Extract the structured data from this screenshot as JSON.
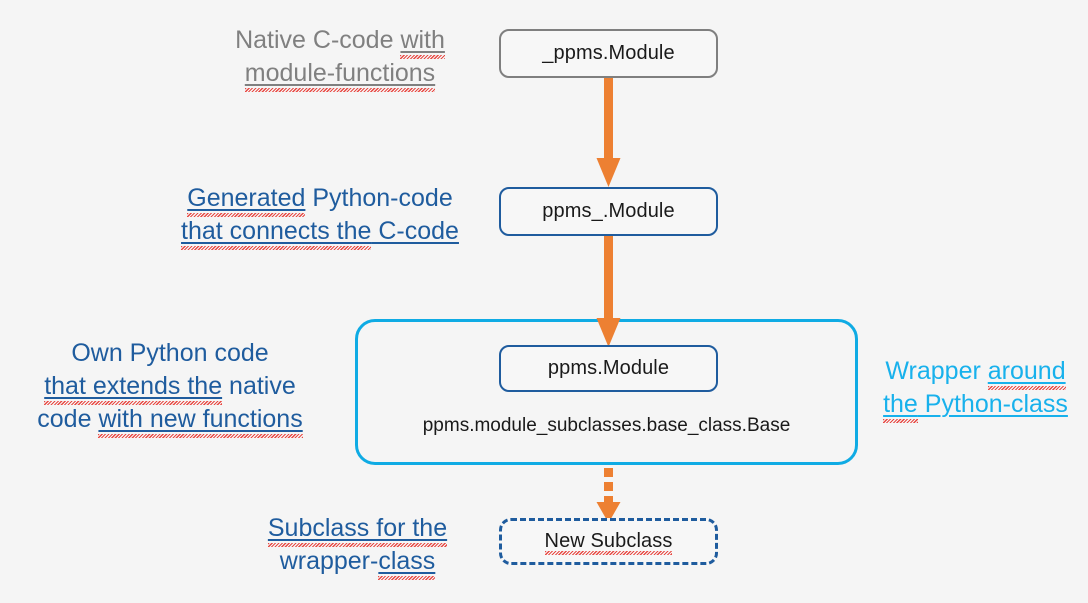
{
  "diagram": {
    "title": "PPMS module wrapper architecture",
    "background_color": "#f5f5f5",
    "colors": {
      "orange_arrow": "#ed8032",
      "cyan_wrapper": "#0fabe4",
      "dark_blue": "#1f5c9e",
      "gray": "#7f7f7f",
      "squiggle_red": "#e8403a"
    }
  },
  "nodes": {
    "native": {
      "label": "_ppms.Module",
      "border_color": "#7f7f7f",
      "style": "solid"
    },
    "generated": {
      "label": "ppms_.Module",
      "border_color": "#1f5c9e",
      "style": "solid"
    },
    "own": {
      "label": "ppms.Module",
      "border_color": "#1f5c9e",
      "style": "solid"
    },
    "base_class": {
      "label": "ppms.module_subclasses.base_class.Base"
    },
    "subclass": {
      "label": "New Subclass",
      "border_color": "#1f5c9e",
      "style": "dashed"
    }
  },
  "labels": {
    "native": {
      "line1_a": "Native C-code ",
      "line1_b": "with",
      "line2": "module-functions",
      "color": "#808080"
    },
    "generated": {
      "line1_a": "Generated",
      "line1_b": " Python-code",
      "line2_a": "that connects the",
      "line2_b": " C-code",
      "color": "#1f5c9e"
    },
    "own": {
      "line1": "Own Python code",
      "line2_a": "that extends the",
      "line2_b": " native",
      "line3_a": "code ",
      "line3_b": "with new functions",
      "color": "#1f5c9e"
    },
    "wrapper": {
      "line1_a": "Wrapper ",
      "line1_b": "around",
      "line2_a": "the",
      "line2_b": " Python-class",
      "color": "#18b1ec"
    },
    "subclass": {
      "line1_a": "Subclass for the",
      "line2_a": "wrapper-",
      "line2_b": "class",
      "color": "#1f5c9e"
    }
  },
  "arrows": [
    {
      "name": "native-to-generated",
      "style": "solid",
      "color": "#ed8032"
    },
    {
      "name": "generated-to-own",
      "style": "solid",
      "color": "#ed8032"
    },
    {
      "name": "own-to-subclass",
      "style": "dotted",
      "color": "#ed8032"
    }
  ]
}
